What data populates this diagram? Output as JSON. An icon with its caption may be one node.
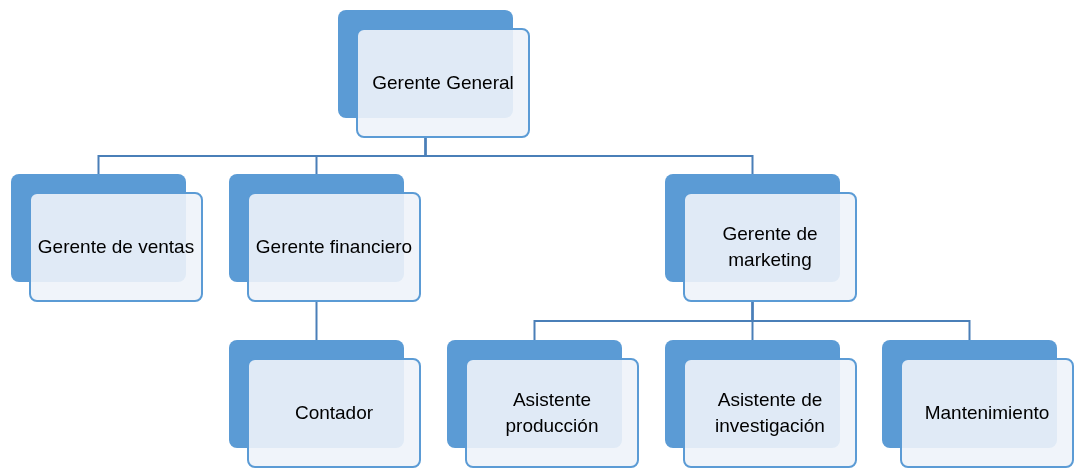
{
  "diagram": {
    "nodes": [
      {
        "text": [
          "Gerente General"
        ]
      },
      {
        "text": [
          "Gerente de ventas"
        ]
      },
      {
        "text": [
          "Gerente financiero"
        ]
      },
      {
        "text": [
          "Gerente de marketing"
        ]
      },
      {
        "text": [
          "Contador"
        ]
      },
      {
        "text": [
          "Asistente producción"
        ]
      },
      {
        "text": [
          "Asistente de investigación"
        ]
      },
      {
        "text": [
          "Mantenimiento"
        ]
      }
    ],
    "edges": [
      {
        "from": 0,
        "to": 1,
        "arrow": "none"
      },
      {
        "from": 0,
        "to": 2,
        "arrow": "none"
      },
      {
        "from": 0,
        "to": 3,
        "arrow": "none"
      },
      {
        "from": 2,
        "to": 4,
        "arrow": "none"
      },
      {
        "from": 3,
        "to": 5,
        "arrow": "none"
      },
      {
        "from": 3,
        "to": 6,
        "arrow": "none"
      },
      {
        "from": 3,
        "to": 7,
        "arrow": "none"
      }
    ]
  }
}
